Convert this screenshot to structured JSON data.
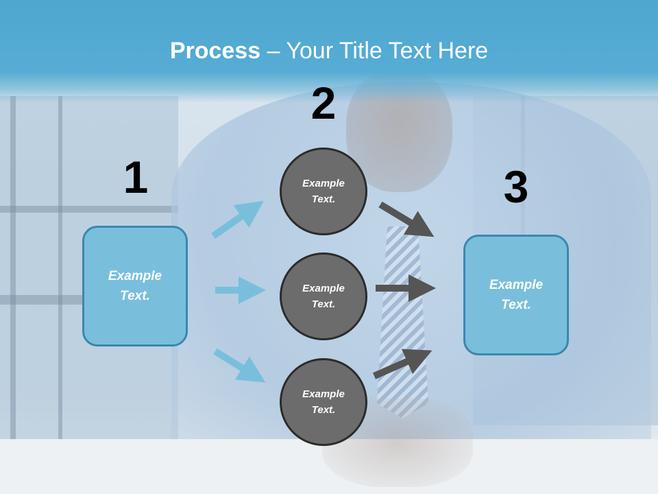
{
  "title": {
    "bold": "Process",
    "rest": " – Your Title Text Here"
  },
  "steps": {
    "one": {
      "number": "1",
      "text": "Example Text."
    },
    "two": {
      "number": "2",
      "circles": [
        "Example Text.",
        "Example Text.",
        "Example Text."
      ]
    },
    "three": {
      "number": "3",
      "text": "Example Text."
    }
  },
  "colors": {
    "title_bar": "#56acd4",
    "box_fill": "#79bfdc",
    "circle_fill": "#6c6c6c",
    "arrow_blue": "#79bfdc",
    "arrow_gray": "#555555"
  }
}
